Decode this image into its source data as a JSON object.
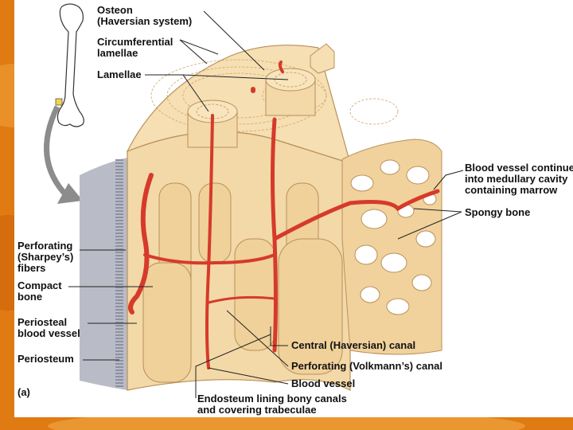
{
  "labels": {
    "osteon_1": "Osteon",
    "osteon_2": "(Haversian system)",
    "circumferential_1": "Circumferential",
    "circumferential_2": "lamellae",
    "lamellae": "Lamellae",
    "blood_vessel_continues_1": "Blood vessel continues",
    "blood_vessel_continues_2": "into medullary cavity",
    "blood_vessel_continues_3": "containing marrow",
    "spongy_bone": "Spongy bone",
    "perforating_fibers_1": "Perforating",
    "perforating_fibers_2": "(Sharpey’s)",
    "perforating_fibers_3": "fibers",
    "compact_bone_1": "Compact",
    "compact_bone_2": "bone",
    "periosteal_vessel_1": "Periosteal",
    "periosteal_vessel_2": "blood vessel",
    "periosteum": "Periosteum",
    "panel_letter": "(a)",
    "central_canal": "Central (Haversian) canal",
    "perforating_canal": "Perforating (Volkmann’s) canal",
    "blood_vessel": "Blood vessel",
    "endosteum_1": "Endosteum lining bony canals",
    "endosteum_2": "and covering trabeculae"
  },
  "colors": {
    "slide_orange": "#e07a12",
    "bone": "#f3d9a8",
    "bone_dark": "#d9b47a",
    "vessel": "#d63a2a",
    "periosteum": "#b9bcc7",
    "arrow": "#8c8c8c"
  }
}
